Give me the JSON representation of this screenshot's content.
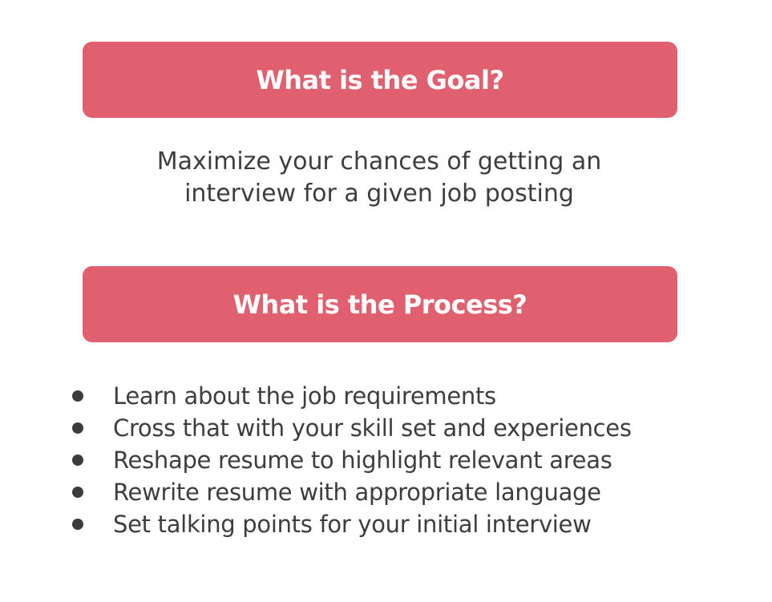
{
  "goal": {
    "heading": "What is the Goal?",
    "lines": [
      "Maximize your chances of getting an",
      "interview for a given job posting"
    ]
  },
  "process": {
    "heading": "What is the Process?",
    "steps": [
      "Learn about the job requirements",
      "Cross that with your skill set and experiences",
      "Reshape resume to highlight relevant areas",
      "Rewrite resume with appropriate language",
      "Set talking points for your initial interview"
    ]
  },
  "colors": {
    "banner": "#e06070",
    "banner_text": "#ffffff",
    "body_text": "#3d3d3d"
  }
}
